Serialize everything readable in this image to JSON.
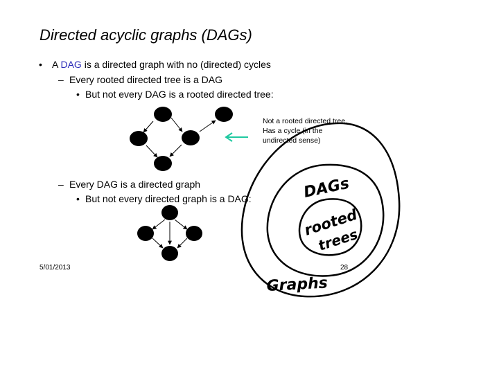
{
  "slide": {
    "title": "Directed acyclic graphs (DAGs)",
    "bullets": {
      "b1_prefix": "A ",
      "b1_term": "DAG",
      "b1_suffix": " is a directed graph with no (directed) cycles",
      "b1_sub1": "Every rooted directed tree is a DAG",
      "b1_sub1_sub": "But not every DAG is a rooted directed tree:",
      "b1_sub2": "Every DAG is a directed graph",
      "b1_sub2_sub": "But not every directed graph is a DAG:"
    },
    "markers": {
      "level1": "•",
      "level2": "–",
      "level3": "•"
    },
    "note_lines": [
      "Not a rooted directed tree,",
      "Has a cycle (in the",
      "undirected sense)"
    ],
    "footer": {
      "date": "5/01/2013",
      "page": "28"
    },
    "handwriting": {
      "inner": [
        "rooted",
        "trees"
      ],
      "middle": "DAGs",
      "outer": "Graphs"
    },
    "colors": {
      "term": "#2b2bb8",
      "arrow": "#1ec9a0",
      "node": "#000000"
    }
  }
}
